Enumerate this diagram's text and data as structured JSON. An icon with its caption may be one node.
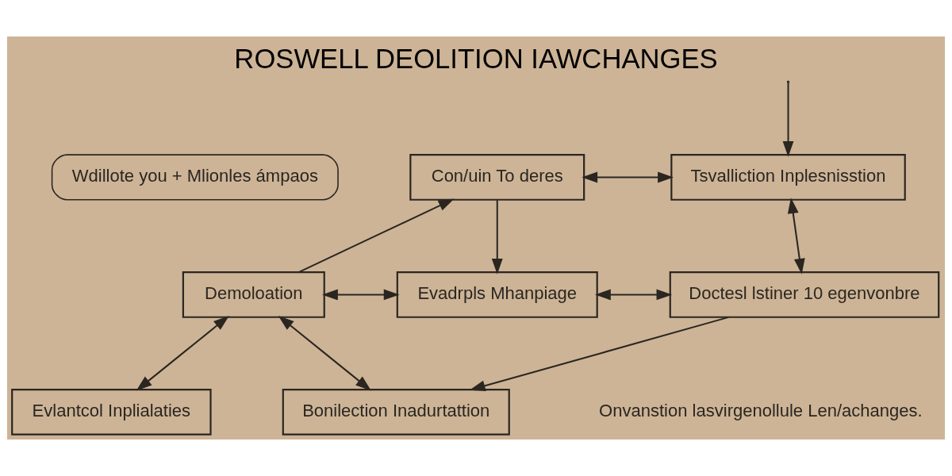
{
  "diagram": {
    "title": "ROSWELL DEOLITION IAWCHANGES",
    "nodes": [
      {
        "text": [
          "Wdillote you + Mlionles ámpaos"
        ]
      },
      {
        "text": [
          "Con/uin To deres"
        ]
      },
      {
        "text": [
          "Tsvalliction Inplesnisstion"
        ]
      },
      {
        "text": [
          "Demoloation"
        ]
      },
      {
        "text": [
          "Evadrpls Mhanpiage"
        ]
      },
      {
        "text": [
          "Doctesl lstiner 10 egenvonbre"
        ]
      },
      {
        "text": [
          "Bonilection Inadurtattion"
        ]
      },
      {
        "text": [
          "Evlantcol Inplialaties"
        ]
      }
    ],
    "edges": [
      {
        "from": 3,
        "to": 1,
        "arrow": "to"
      },
      {
        "from": 1,
        "to": 2,
        "arrow": "both"
      },
      {
        "from": 1,
        "to": 4,
        "arrow": "to"
      },
      {
        "from": 3,
        "to": 4,
        "arrow": "both"
      },
      {
        "from": 4,
        "to": 5,
        "arrow": "both"
      },
      {
        "from": null,
        "to": 2,
        "arrow": "to"
      },
      {
        "from": 2,
        "to": 5,
        "arrow": "both"
      },
      {
        "from": 5,
        "to": 6,
        "arrow": "to"
      },
      {
        "from": 3,
        "to": 7,
        "arrow": "both"
      },
      {
        "from": 3,
        "to": 6,
        "arrow": "both"
      }
    ],
    "labels": [
      "Onvanstion lasvirgenollule Len/achanges."
    ]
  }
}
